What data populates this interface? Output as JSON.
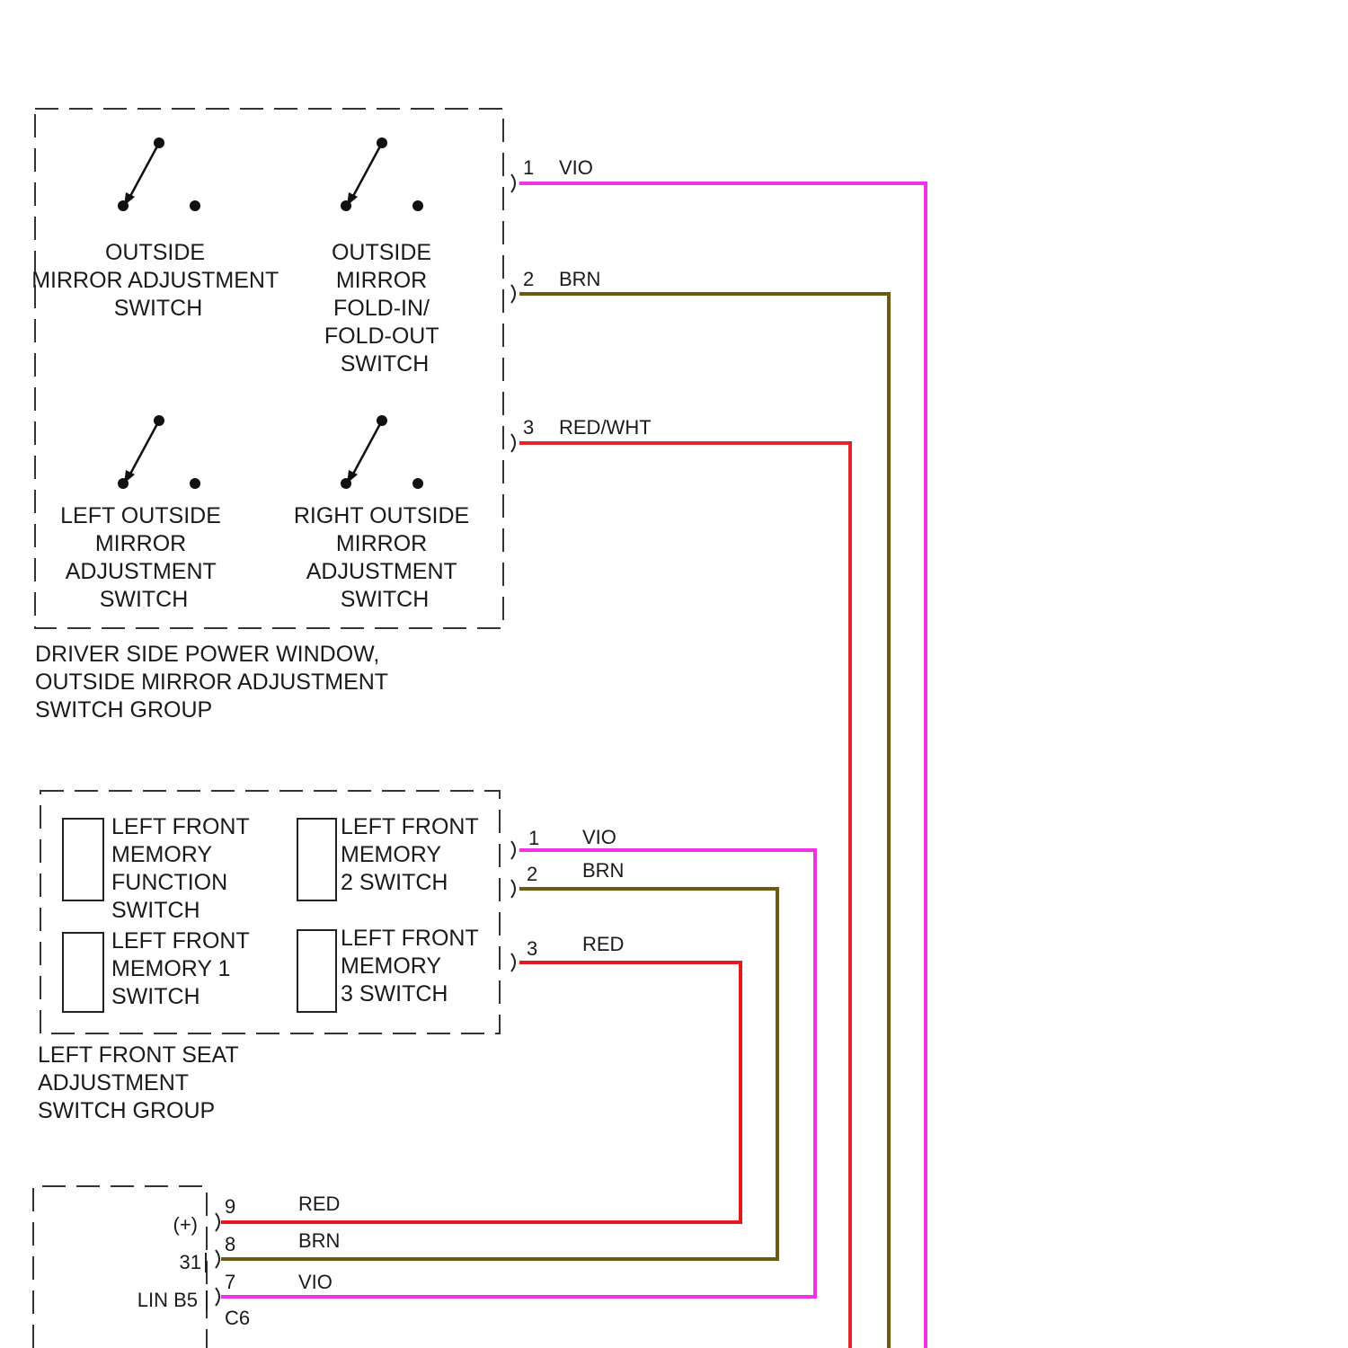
{
  "colors": {
    "VIO": "#f032e6",
    "BRN": "#6b5a12",
    "RED": "#e8191c",
    "REDWHT": "#e0262a"
  },
  "group1": {
    "caption": [
      "DRIVER SIDE POWER WINDOW,",
      "OUTSIDE MIRROR ADJUSTMENT",
      "SWITCH GROUP"
    ],
    "switches": [
      [
        "OUTSIDE",
        "MIRROR ADJUSTMENT",
        "SWITCH"
      ],
      [
        "OUTSIDE",
        "MIRROR",
        "FOLD-IN/",
        "FOLD-OUT",
        "SWITCH"
      ],
      [
        "LEFT OUTSIDE",
        "MIRROR",
        "ADJUSTMENT",
        "SWITCH"
      ],
      [
        "RIGHT OUTSIDE",
        "MIRROR",
        "ADJUSTMENT",
        "SWITCH"
      ]
    ],
    "pins": [
      {
        "num": "1",
        "color": "VIO"
      },
      {
        "num": "2",
        "color": "BRN"
      },
      {
        "num": "3",
        "color": "RED/WHT"
      }
    ]
  },
  "group2": {
    "caption": [
      "LEFT FRONT SEAT",
      "ADJUSTMENT",
      "SWITCH GROUP"
    ],
    "switches": [
      [
        "LEFT FRONT",
        "MEMORY",
        "FUNCTION",
        "SWITCH"
      ],
      [
        "LEFT FRONT",
        "MEMORY",
        "2 SWITCH"
      ],
      [
        "LEFT FRONT",
        "MEMORY 1",
        "SWITCH"
      ],
      [
        "LEFT FRONT",
        "MEMORY",
        "3 SWITCH"
      ]
    ],
    "pins": [
      {
        "num": "1",
        "color": "VIO"
      },
      {
        "num": "2",
        "color": "BRN"
      },
      {
        "num": "3",
        "color": "RED"
      }
    ]
  },
  "module": {
    "pins": [
      {
        "num": "9",
        "label": "(+)",
        "color": "RED"
      },
      {
        "num": "8",
        "label": "31",
        "color": "BRN"
      },
      {
        "num": "7",
        "label": "LIN B5",
        "color": "VIO"
      }
    ],
    "connector": "C6"
  }
}
